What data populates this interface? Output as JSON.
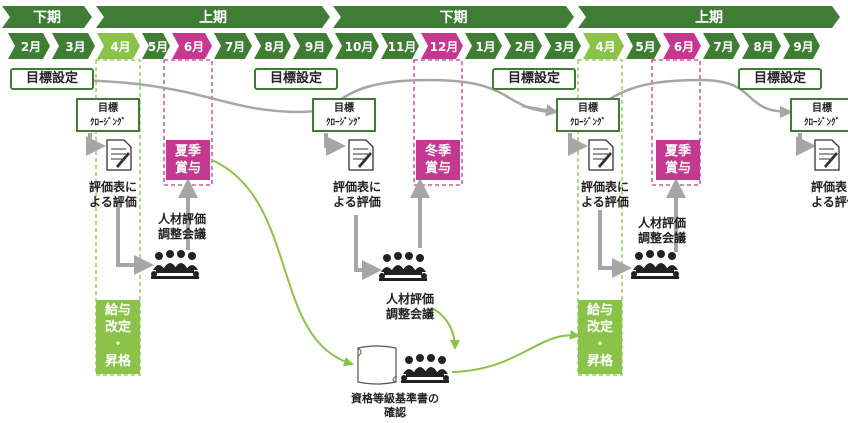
{
  "periods": [
    {
      "label": "下期"
    },
    {
      "label": "上期"
    },
    {
      "label": "下期"
    },
    {
      "label": "上期"
    }
  ],
  "months": [
    "2月",
    "3月",
    "4月",
    "5月",
    "6月",
    "7月",
    "8月",
    "9月",
    "10月",
    "11月",
    "12月",
    "1月",
    "2月",
    "3月",
    "4月",
    "5月",
    "6月",
    "7月",
    "8月",
    "9月"
  ],
  "colors": {
    "dark_green": "#3f7d35",
    "light_green": "#8bc34a",
    "magenta": "#c4398f",
    "grey": "#a6a6a6",
    "pale_green": "#e9f3df"
  },
  "labels": {
    "goal_setting": "目標設定",
    "goal_closing": [
      "目標",
      "ｸﾛｰｼﾞﾝｸﾞ"
    ],
    "summer_bonus": [
      "夏季",
      "賞与"
    ],
    "winter_bonus": [
      "冬季",
      "賞与"
    ],
    "evaluation_sheet": [
      "評価表に",
      "よる評価"
    ],
    "hr_meeting": [
      "人材評価",
      "調整会議"
    ],
    "salary_revision": [
      "給与",
      "改定",
      "・",
      "昇格"
    ],
    "grade_standard": [
      "資格等級基準書の",
      "確認"
    ]
  },
  "icons": [
    "document-icon",
    "meeting-icon",
    "scroll-icon"
  ]
}
